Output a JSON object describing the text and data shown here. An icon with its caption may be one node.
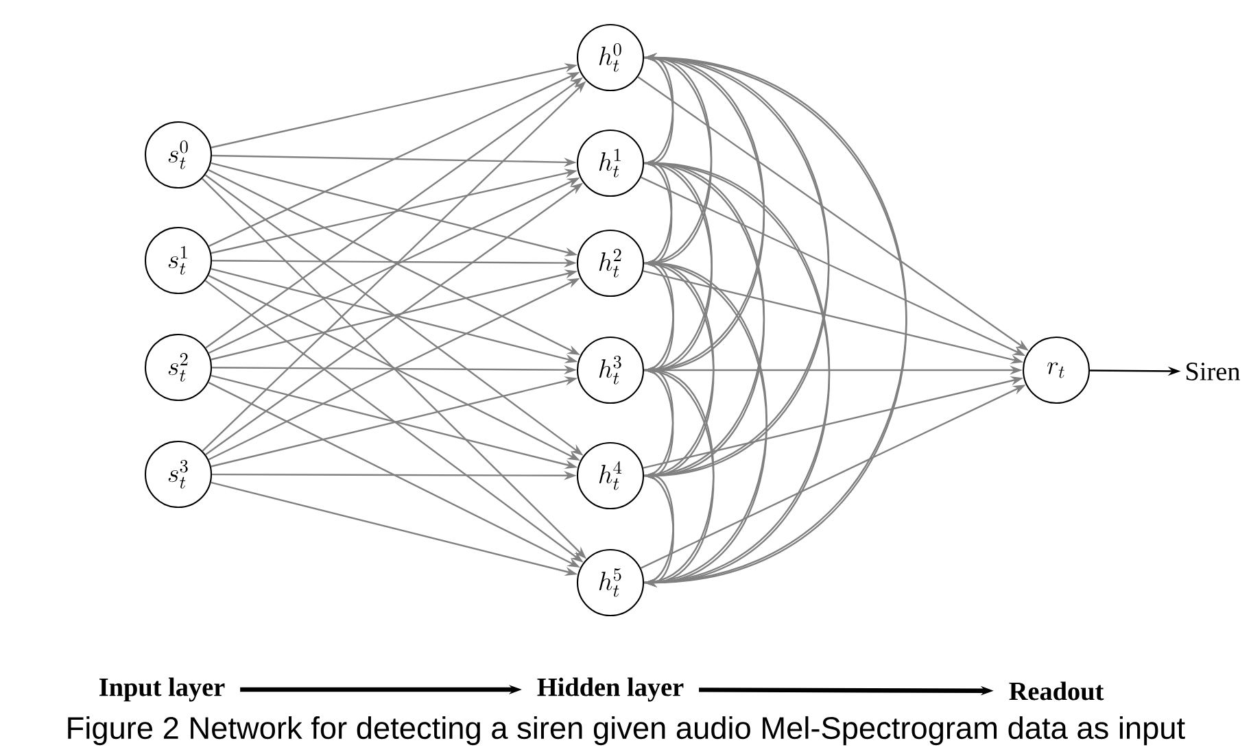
{
  "diagram": {
    "caption": "Figure 2 Network for detecting a siren given audio Mel-Spectrogram data as input",
    "nodes": [
      {
        "text": [
          "s_t^0"
        ]
      },
      {
        "text": [
          "s_t^1"
        ]
      },
      {
        "text": [
          "s_t^2"
        ]
      },
      {
        "text": [
          "s_t^3"
        ]
      },
      {
        "text": [
          "h_t^0"
        ]
      },
      {
        "text": [
          "h_t^1"
        ]
      },
      {
        "text": [
          "h_t^2"
        ]
      },
      {
        "text": [
          "h_t^3"
        ]
      },
      {
        "text": [
          "h_t^4"
        ]
      },
      {
        "text": [
          "h_t^5"
        ]
      },
      {
        "text": [
          "r_t"
        ]
      },
      {
        "text": [
          "Siren"
        ]
      },
      {
        "text": [
          "Input layer"
        ]
      },
      {
        "text": [
          "Hidden layer"
        ]
      },
      {
        "text": [
          "Readout"
        ]
      }
    ],
    "edges": [
      {
        "from": 0,
        "to": 4,
        "arrow": "to"
      },
      {
        "from": 0,
        "to": 5,
        "arrow": "to"
      },
      {
        "from": 0,
        "to": 6,
        "arrow": "to"
      },
      {
        "from": 0,
        "to": 7,
        "arrow": "to"
      },
      {
        "from": 0,
        "to": 8,
        "arrow": "to"
      },
      {
        "from": 0,
        "to": 9,
        "arrow": "to"
      },
      {
        "from": 1,
        "to": 4,
        "arrow": "to"
      },
      {
        "from": 1,
        "to": 5,
        "arrow": "to"
      },
      {
        "from": 1,
        "to": 6,
        "arrow": "to"
      },
      {
        "from": 1,
        "to": 7,
        "arrow": "to"
      },
      {
        "from": 1,
        "to": 8,
        "arrow": "to"
      },
      {
        "from": 1,
        "to": 9,
        "arrow": "to"
      },
      {
        "from": 2,
        "to": 4,
        "arrow": "to"
      },
      {
        "from": 2,
        "to": 5,
        "arrow": "to"
      },
      {
        "from": 2,
        "to": 6,
        "arrow": "to"
      },
      {
        "from": 2,
        "to": 7,
        "arrow": "to"
      },
      {
        "from": 2,
        "to": 8,
        "arrow": "to"
      },
      {
        "from": 2,
        "to": 9,
        "arrow": "to"
      },
      {
        "from": 3,
        "to": 4,
        "arrow": "to"
      },
      {
        "from": 3,
        "to": 5,
        "arrow": "to"
      },
      {
        "from": 3,
        "to": 6,
        "arrow": "to"
      },
      {
        "from": 3,
        "to": 7,
        "arrow": "to"
      },
      {
        "from": 3,
        "to": 8,
        "arrow": "to"
      },
      {
        "from": 3,
        "to": 9,
        "arrow": "to"
      },
      {
        "from": 4,
        "to": 5,
        "arrow": "to"
      },
      {
        "from": 4,
        "to": 6,
        "arrow": "to"
      },
      {
        "from": 4,
        "to": 7,
        "arrow": "to"
      },
      {
        "from": 4,
        "to": 8,
        "arrow": "to"
      },
      {
        "from": 4,
        "to": 9,
        "arrow": "to"
      },
      {
        "from": 5,
        "to": 4,
        "arrow": "to"
      },
      {
        "from": 5,
        "to": 6,
        "arrow": "to"
      },
      {
        "from": 5,
        "to": 7,
        "arrow": "to"
      },
      {
        "from": 5,
        "to": 8,
        "arrow": "to"
      },
      {
        "from": 5,
        "to": 9,
        "arrow": "to"
      },
      {
        "from": 6,
        "to": 4,
        "arrow": "to"
      },
      {
        "from": 6,
        "to": 5,
        "arrow": "to"
      },
      {
        "from": 6,
        "to": 7,
        "arrow": "to"
      },
      {
        "from": 6,
        "to": 8,
        "arrow": "to"
      },
      {
        "from": 6,
        "to": 9,
        "arrow": "to"
      },
      {
        "from": 7,
        "to": 4,
        "arrow": "to"
      },
      {
        "from": 7,
        "to": 5,
        "arrow": "to"
      },
      {
        "from": 7,
        "to": 6,
        "arrow": "to"
      },
      {
        "from": 7,
        "to": 8,
        "arrow": "to"
      },
      {
        "from": 7,
        "to": 9,
        "arrow": "to"
      },
      {
        "from": 8,
        "to": 4,
        "arrow": "to"
      },
      {
        "from": 8,
        "to": 5,
        "arrow": "to"
      },
      {
        "from": 8,
        "to": 6,
        "arrow": "to"
      },
      {
        "from": 8,
        "to": 7,
        "arrow": "to"
      },
      {
        "from": 8,
        "to": 9,
        "arrow": "to"
      },
      {
        "from": 9,
        "to": 4,
        "arrow": "to"
      },
      {
        "from": 9,
        "to": 5,
        "arrow": "to"
      },
      {
        "from": 9,
        "to": 6,
        "arrow": "to"
      },
      {
        "from": 9,
        "to": 7,
        "arrow": "to"
      },
      {
        "from": 9,
        "to": 8,
        "arrow": "to"
      },
      {
        "from": 4,
        "to": 10,
        "arrow": "to"
      },
      {
        "from": 5,
        "to": 10,
        "arrow": "to"
      },
      {
        "from": 6,
        "to": 10,
        "arrow": "to"
      },
      {
        "from": 7,
        "to": 10,
        "arrow": "to"
      },
      {
        "from": 8,
        "to": 10,
        "arrow": "to"
      },
      {
        "from": 9,
        "to": 10,
        "arrow": "to"
      },
      {
        "from": 10,
        "to": 11,
        "arrow": "to",
        "color": "#000000"
      },
      {
        "from": 12,
        "to": 13,
        "arrow": "to",
        "style": "thick",
        "color": "#000000"
      },
      {
        "from": 13,
        "to": 14,
        "arrow": "to",
        "style": "thick",
        "color": "#000000"
      }
    ]
  }
}
